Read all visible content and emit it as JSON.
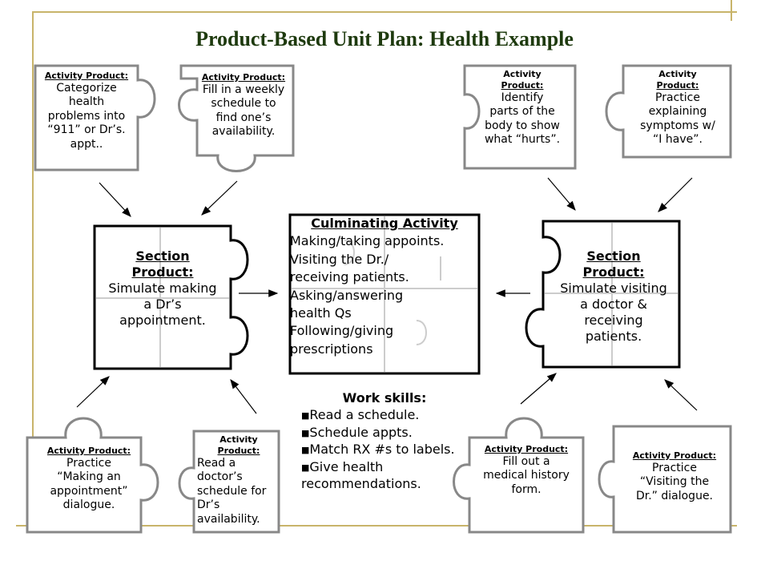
{
  "title": "Product-Based Unit Plan: Health Example",
  "activity_products": [
    {
      "title": "Activity Product:",
      "lines": [
        "Categorize",
        "health",
        "problems into",
        "“911” or Dr’s.",
        "appt.."
      ]
    },
    {
      "title": "Activity Product:",
      "lines": [
        "Fill in a weekly",
        "schedule to",
        "find one’s",
        "availability."
      ]
    },
    {
      "title": [
        "Activity",
        "Product:"
      ],
      "lines": [
        "Identify",
        "parts of the",
        "body to show",
        "what “hurts”."
      ]
    },
    {
      "title": [
        "Activity",
        "Product:"
      ],
      "lines": [
        "Practice",
        "explaining",
        "symptoms w/",
        "“I have”."
      ]
    },
    {
      "title": "Activity Product:",
      "lines": [
        "Practice",
        "“Making an",
        "appointment”",
        "dialogue."
      ]
    },
    {
      "title": [
        "Activity",
        "Product:"
      ],
      "lines": [
        "Read a",
        "doctor’s",
        "schedule for",
        "Dr’s",
        "availability."
      ]
    },
    {
      "title": "Activity Product:",
      "lines": [
        "Fill out a",
        "medical history",
        "form."
      ]
    },
    {
      "title": "Activity Product:",
      "lines": [
        "Practice",
        "“Visiting the",
        "Dr.” dialogue."
      ]
    }
  ],
  "section_products": [
    {
      "title": [
        "Section",
        "Product:"
      ],
      "lines": [
        "Simulate making",
        "a Dr’s",
        "appointment."
      ]
    },
    {
      "title": [
        "Section",
        "Product:"
      ],
      "lines": [
        "Simulate visiting",
        "a doctor &",
        "receiving",
        "patients."
      ]
    }
  ],
  "culminating": {
    "title": "Culminating Activity",
    "lines": [
      "Making/taking appoints.",
      "Visiting the Dr./",
      "receiving patients.",
      "Asking/answering",
      "health Qs",
      "Following/giving",
      "prescriptions"
    ]
  },
  "work_skills": {
    "title": "Work skills:",
    "items": [
      "Read a schedule.",
      "Schedule appts.",
      "Match RX #s to labels.",
      "Give health recommendations."
    ]
  }
}
